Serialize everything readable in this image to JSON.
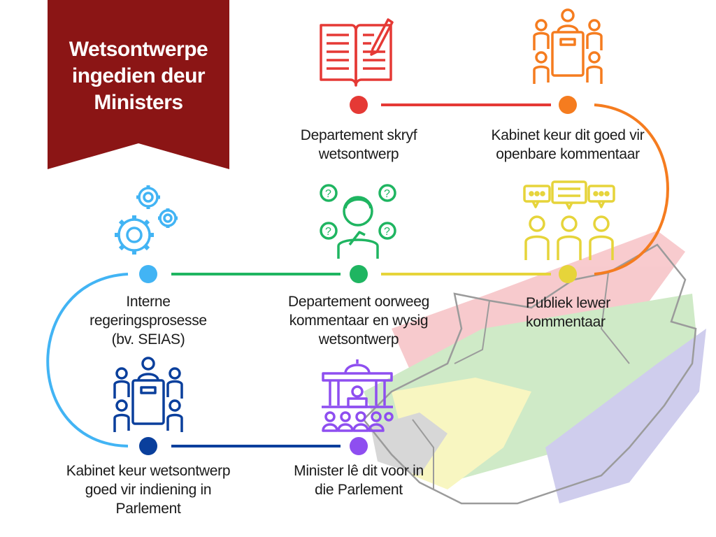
{
  "title": {
    "lines": [
      "Wetsontwerpe",
      "ingedien deur",
      "Ministers"
    ],
    "color": "#8b1515"
  },
  "steps": [
    {
      "lines": [
        "Departement skryf",
        "wetsontwerp"
      ],
      "color": "#e53935",
      "icon": "book-pen-icon"
    },
    {
      "lines": [
        "Kabinet keur dit goed vir",
        "openbare kommentaar"
      ],
      "color": "#f57c1f",
      "icon": "meeting-table-icon"
    },
    {
      "lines": [
        "Publiek lewer",
        "kommentaar"
      ],
      "color": "#e6d43a",
      "icon": "public-speech-bubbles-icon"
    },
    {
      "lines": [
        "Departement oorweeg",
        "kommentaar en wysig",
        "wetsontwerp"
      ],
      "color": "#1fb561",
      "icon": "thinking-person-icon"
    },
    {
      "lines": [
        "Interne",
        "regeringsprosesse",
        "(bv. SEIAS)"
      ],
      "color": "#42b4f4",
      "icon": "gears-icon"
    },
    {
      "lines": [
        "Kabinet keur wetsontwerp",
        "goed vir indiening in",
        "Parlement"
      ],
      "color": "#0a3f9c",
      "icon": "meeting-table-icon"
    },
    {
      "lines": [
        "Minister lê dit voor in",
        "die Parlement"
      ],
      "color": "#8e4ef0",
      "icon": "parliament-building-icon"
    }
  ]
}
